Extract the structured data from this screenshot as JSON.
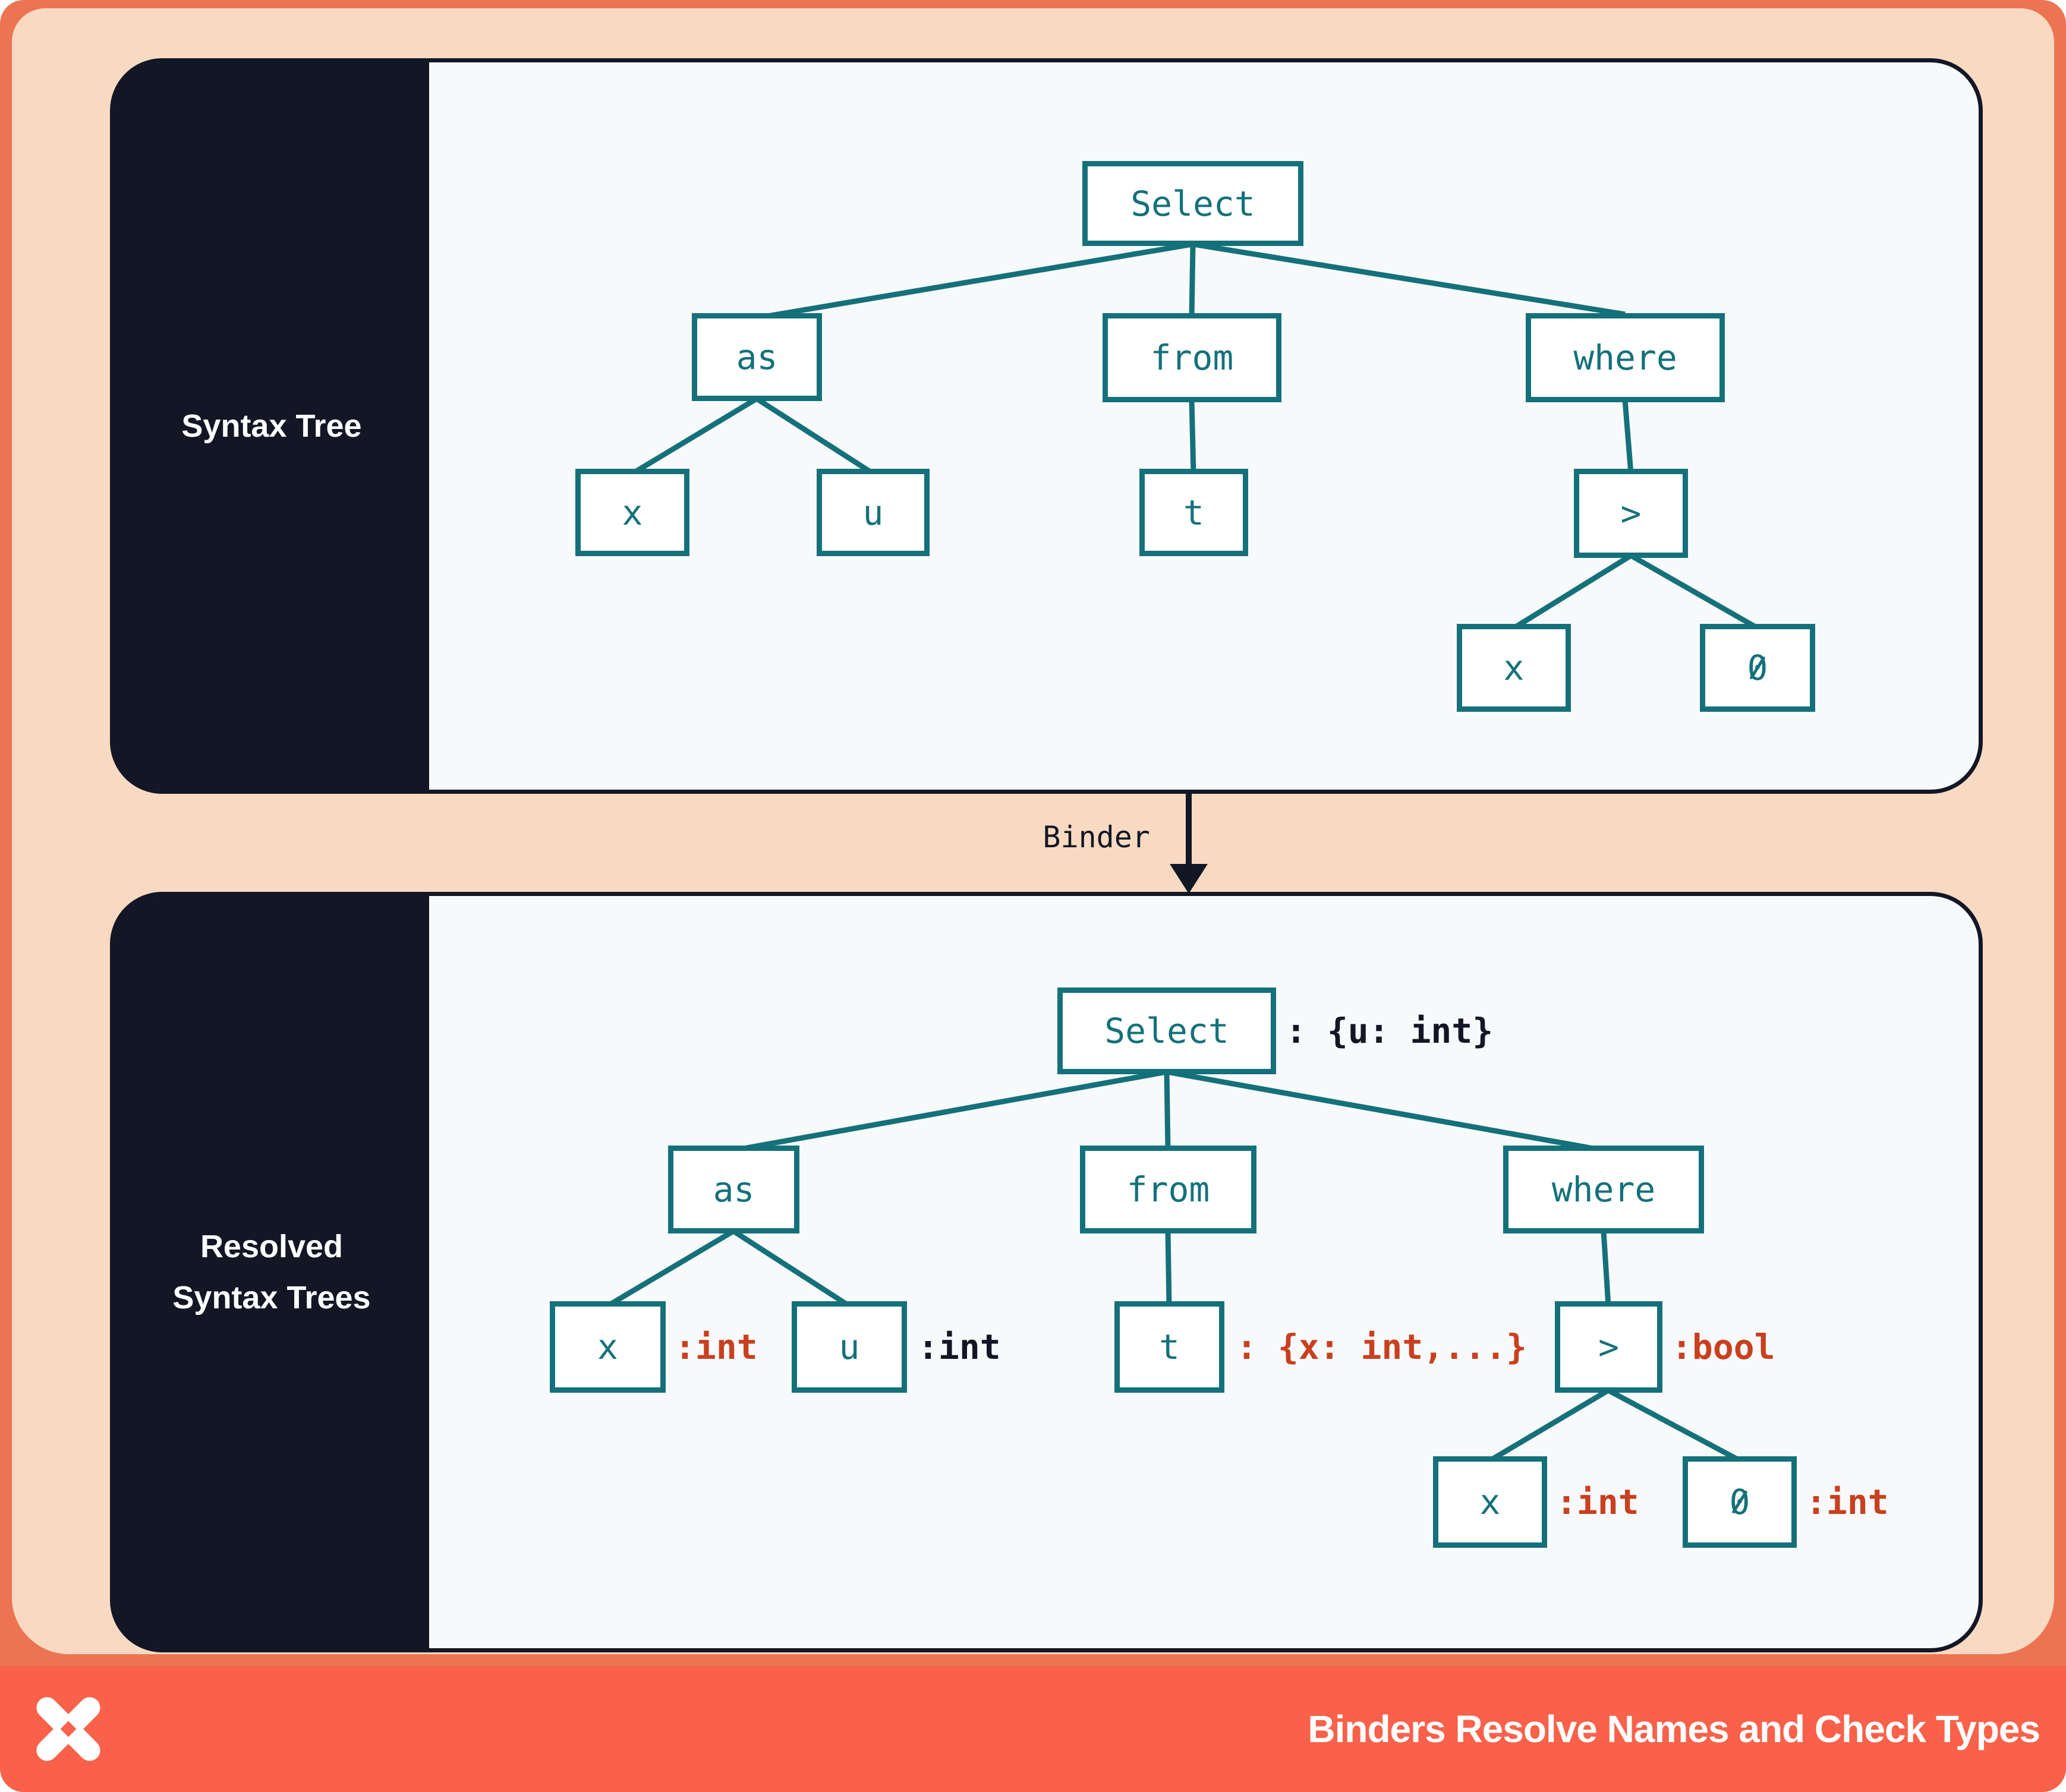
{
  "colors": {
    "frame_coral": "#EC7452",
    "footer_coral": "#F9614A",
    "peach": "#F8DAC3",
    "navy": "#131725",
    "panel_background": "#F8F9FA",
    "teal": "#14717A",
    "type_error_red": "#C8401E"
  },
  "syntax_panel": {
    "sidebar_label": "Syntax Tree",
    "nodes": {
      "select": "Select",
      "as": "as",
      "from": "from",
      "where": "where",
      "x1": "x",
      "u": "u",
      "t": "t",
      "gt": ">",
      "x2": "x",
      "zero": "0"
    }
  },
  "binder": {
    "label": "Binder"
  },
  "resolved_panel": {
    "sidebar_label_line1": "Resolved",
    "sidebar_label_line2": "Syntax Trees",
    "nodes": {
      "select": "Select",
      "as": "as",
      "from": "from",
      "where": "where",
      "x1": "x",
      "u": "u",
      "t": "t",
      "gt": ">",
      "x2": "x",
      "zero": "0"
    },
    "annotations": {
      "select": {
        "text": ": {u: int}",
        "color": "navy"
      },
      "x1": {
        "text": ":int",
        "color": "red"
      },
      "u": {
        "text": ":int",
        "color": "navy"
      },
      "t": {
        "text": ": {x: int,...}",
        "color": "red"
      },
      "gt": {
        "text": ":bool",
        "color": "red"
      },
      "x2": {
        "text": ":int",
        "color": "red"
      },
      "zero": {
        "text": ":int",
        "color": "red"
      }
    }
  },
  "footer": {
    "title": "Binders Resolve Names and Check Types",
    "logo": "four-point-star-logo"
  }
}
